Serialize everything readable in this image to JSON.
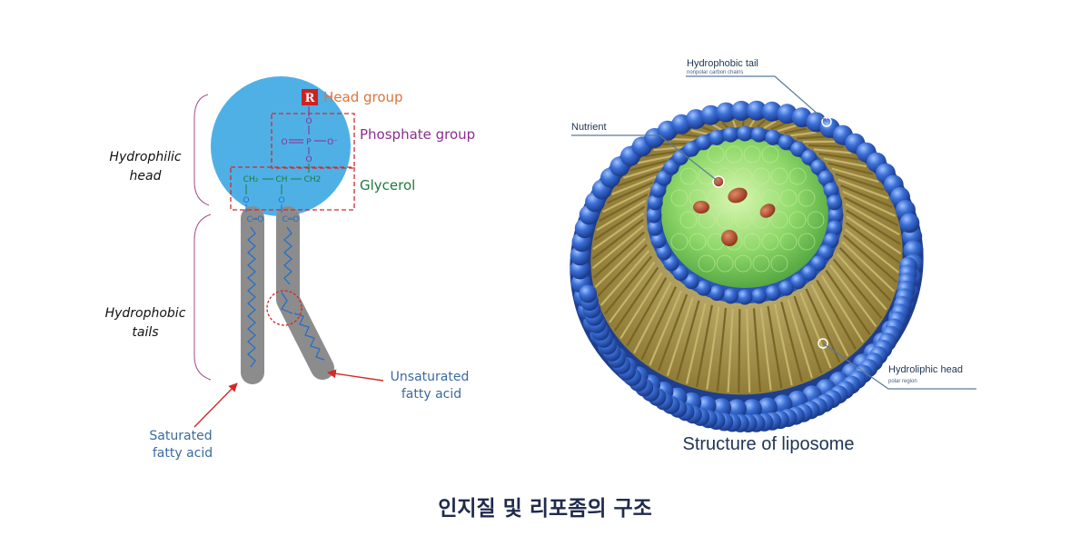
{
  "phospholipid": {
    "hydrophilic_head_line1": "Hydrophilic",
    "hydrophilic_head_line2": "head",
    "hydrophobic_tails_line1": "Hydrophobic",
    "hydrophobic_tails_line2": "tails",
    "r_label": "R",
    "head_group": "Head group",
    "phosphate_group": "Phosphate group",
    "glycerol": "Glycerol",
    "atom_o": "O",
    "atom_p": "P",
    "atom_o_minus": "O⁻",
    "ch2_left": "CH₂",
    "ch": "CH",
    "ch2_right": "CH2",
    "carbonyl_left": "C═O",
    "carbonyl_right": "C═O",
    "unsaturated_line1": "Unsaturated",
    "unsaturated_line2": "fatty acid",
    "saturated_line1": "Saturated",
    "saturated_line2": "fatty acid"
  },
  "liposome": {
    "hydrophobic_tail": "Hydrophobic tail",
    "hydrophobic_tail_sub": "nonpolar carbon chains",
    "nutrient": "Nutrient",
    "hydrophilic_head": "Hydroliphic head",
    "hydrophilic_head_sub": "polar region",
    "title": "Structure of liposome"
  },
  "caption": "인지질 및 리포좀의 구조",
  "colors": {
    "head_blue": "#4fb0e6",
    "tail_gray": "#8c8c8c",
    "dashed_red": "#d42a2a",
    "head_group_orange": "#e0733a",
    "phosphate_purple": "#8a2d8f",
    "glycerol_green": "#1f7a3a",
    "bead_blue": "#2f5fc4",
    "tail_olive": "#9c8a3a",
    "core_green": "#8fd86a",
    "label_navy": "#1f3553"
  }
}
